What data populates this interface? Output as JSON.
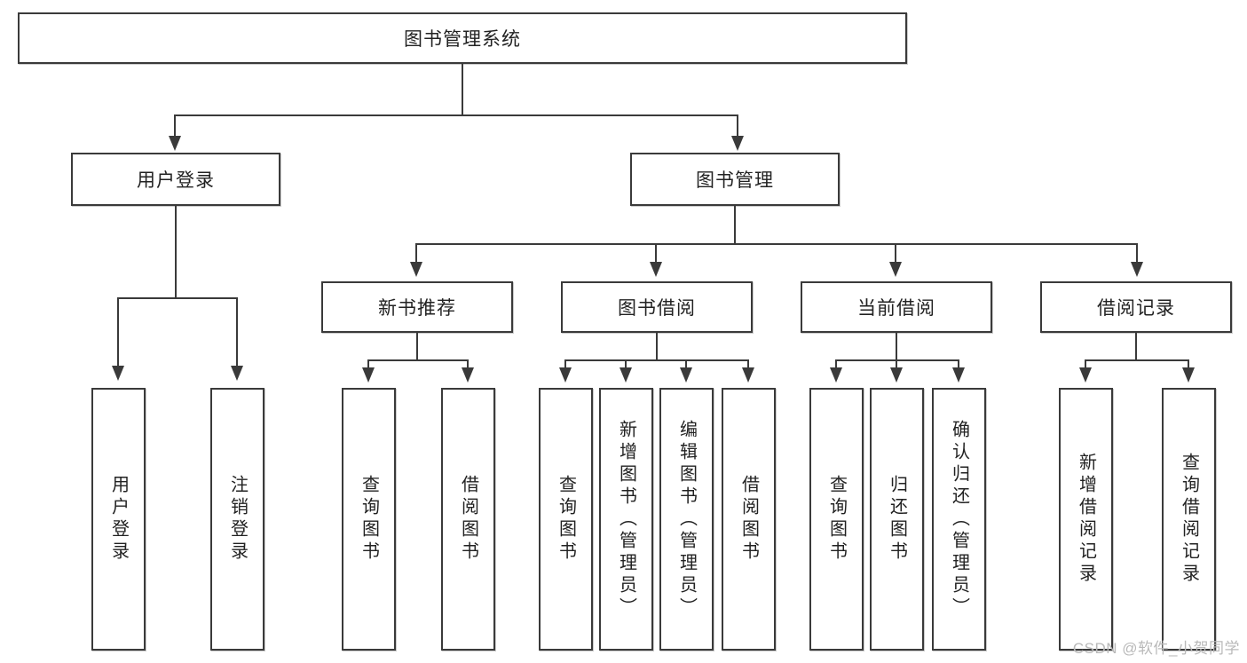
{
  "diagram": {
    "title_node": {
      "label": "图书管理系统"
    },
    "level2": [
      {
        "id": "user-login",
        "label": "用户登录"
      },
      {
        "id": "book-management",
        "label": "图书管理"
      }
    ],
    "level3": [
      {
        "id": "new-book-recommend",
        "label": "新书推荐"
      },
      {
        "id": "book-borrow",
        "label": "图书借阅"
      },
      {
        "id": "current-borrow",
        "label": "当前借阅"
      },
      {
        "id": "borrow-record",
        "label": "借阅记录"
      }
    ],
    "leaves": {
      "user_login": [
        {
          "id": "leaf-user-login",
          "label": "用户登录"
        },
        {
          "id": "leaf-logout-login",
          "label": "注销登录"
        }
      ],
      "new_book_recommend": [
        {
          "id": "leaf-query-book-1",
          "label": "查询图书"
        },
        {
          "id": "leaf-borrow-book-1",
          "label": "借阅图书"
        }
      ],
      "book_borrow": [
        {
          "id": "leaf-query-book-2",
          "label": "查询图书"
        },
        {
          "id": "leaf-add-book-admin",
          "label": "新增图书（管理员）"
        },
        {
          "id": "leaf-edit-book-admin",
          "label": "编辑图书（管理员）"
        },
        {
          "id": "leaf-borrow-book-2",
          "label": "借阅图书"
        }
      ],
      "current_borrow": [
        {
          "id": "leaf-query-book-3",
          "label": "查询图书"
        },
        {
          "id": "leaf-return-book",
          "label": "归还图书"
        },
        {
          "id": "leaf-confirm-return-admin",
          "label": "确认归还（管理员）"
        }
      ],
      "borrow_record": [
        {
          "id": "leaf-add-borrow-record",
          "label": "新增借阅记录"
        },
        {
          "id": "leaf-query-borrow-record",
          "label": "查询借阅记录"
        }
      ]
    },
    "watermark": "CSDN @软件_小贺同学",
    "colors": {
      "stroke": "#3a3a3a",
      "fill": "#ffffff",
      "text": "#222222",
      "watermark": "#b9b9b9"
    }
  }
}
